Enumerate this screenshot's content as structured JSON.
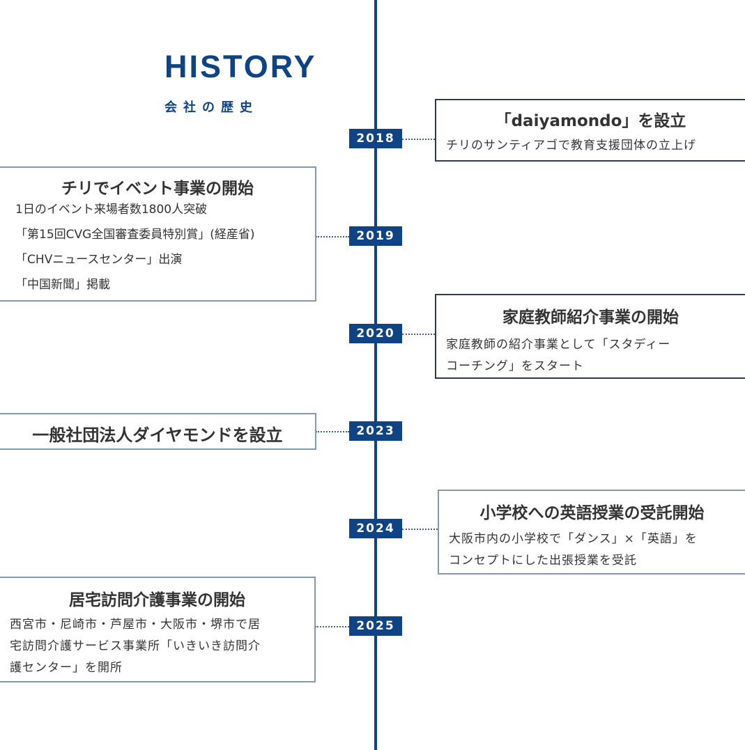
{
  "header": {
    "title": "HISTORY",
    "subtitle": "会社の歴史"
  },
  "colors": {
    "accent": "#0f4383"
  },
  "events": [
    {
      "year": "2018",
      "title": "「daiyamondo」を設立",
      "lines": [
        "チリのサンティアゴで教育支援団体の立上げ"
      ]
    },
    {
      "year": "2019",
      "title": "チリでイベント事業の開始",
      "lines": [
        "1日のイベント来場者数1800人突破",
        "「第15回CVG全国審査委員特別賞」(経産省)",
        "「CHVニュースセンター」出演",
        "「中国新聞」掲載"
      ]
    },
    {
      "year": "2020",
      "title": "家庭教師紹介事業の開始",
      "lines": [
        "家庭教師の紹介事業として「スタディー",
        "コーチング」をスタート"
      ]
    },
    {
      "year": "2023",
      "title": "一般社団法人ダイヤモンドを設立",
      "lines": []
    },
    {
      "year": "2024",
      "title": "小学校への英語授業の受託開始",
      "lines": [
        "大阪市内の小学校で「ダンス」×「英語」を",
        "コンセプトにした出張授業を受託"
      ]
    },
    {
      "year": "2025",
      "title": "居宅訪問介護事業の開始",
      "lines": [
        "西宮市・尼崎市・芦屋市・大阪市・堺市で居",
        "宅訪問介護サービス事業所「いきいき訪問介",
        "護センター」を開所"
      ]
    }
  ]
}
